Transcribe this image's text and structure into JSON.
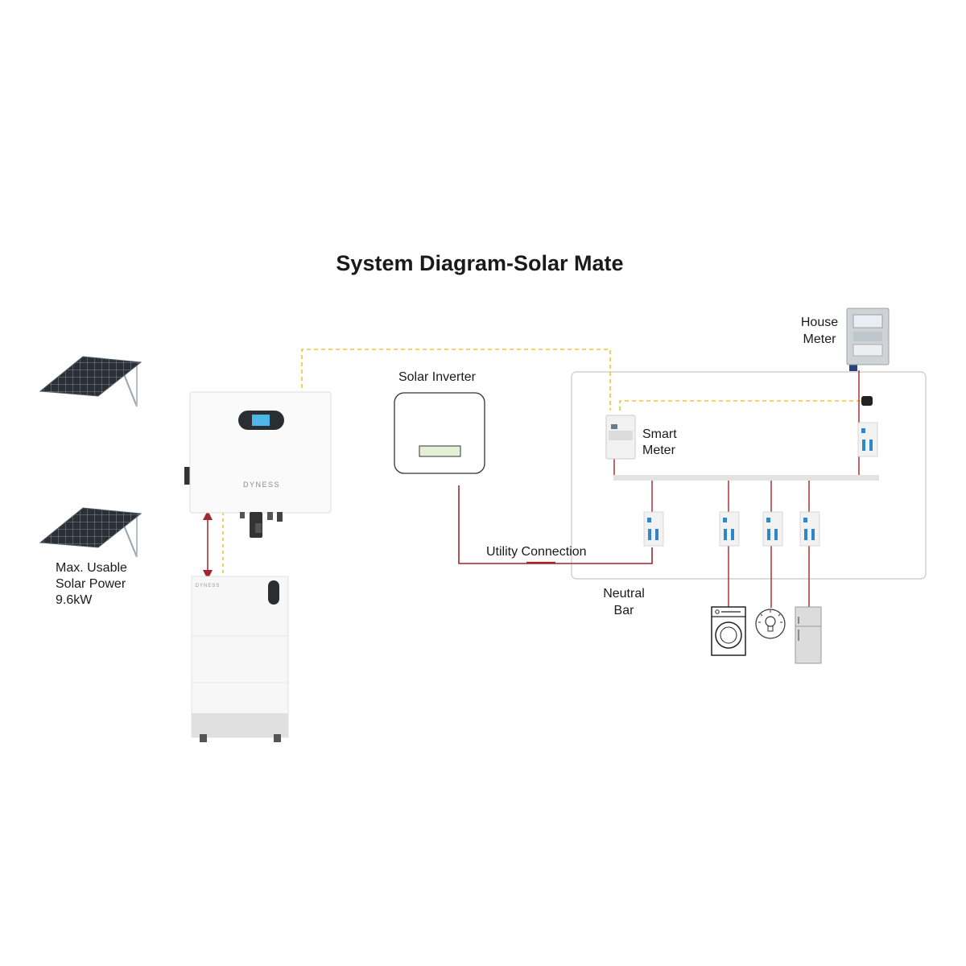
{
  "title": "System Diagram-Solar Mate",
  "labels": {
    "house_meter": [
      "House",
      "Meter"
    ],
    "solar_inverter": "Solar Inverter",
    "smart_meter": [
      "Smart",
      "Meter"
    ],
    "utility_connection": "Utility Connection",
    "neutral_bar": [
      "Neutral",
      "Bar"
    ],
    "solar_power": [
      "Max. Usable",
      "Solar Power",
      "9.6kW"
    ]
  },
  "brand": {
    "hybrid_inverter": "DYNESS",
    "battery": "DYNESS"
  },
  "colors": {
    "ac_wire": "#a3262a",
    "comm_wire": "#f2c233",
    "panel_border": "#c8c8c8",
    "breaker_blue": "#2f86c8",
    "bus_bar": "#e3e3e3"
  },
  "icons": [
    "solar-panel-icon",
    "house-meter-icon",
    "smart-meter-icon",
    "circuit-breaker-icon",
    "washing-machine-icon",
    "light-bulb-icon",
    "refrigerator-icon"
  ]
}
